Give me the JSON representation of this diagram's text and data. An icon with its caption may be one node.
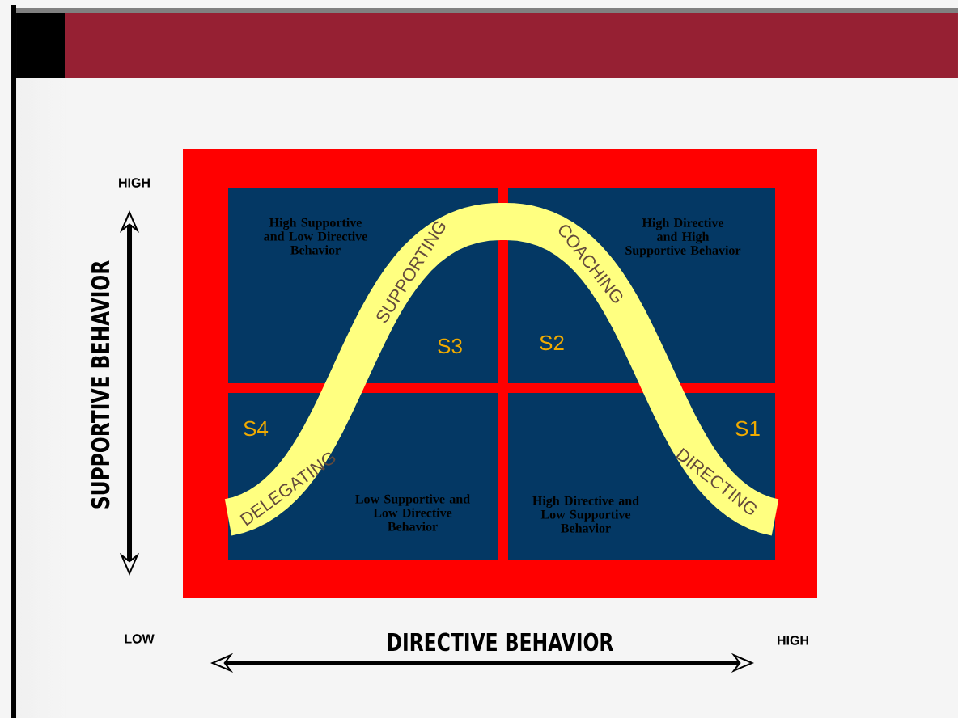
{
  "diagram": {
    "nodes": [
      {
        "text": [
          "High Supportive and Low Directive Behavior",
          "S3"
        ]
      },
      {
        "text": [
          "High Directive and High Supportive Behavior",
          "S2"
        ]
      },
      {
        "text": [
          "Low Supportive and Low Directive Behavior",
          "S4"
        ]
      },
      {
        "text": [
          "High Directive and Low Supportive Behavior",
          "S1"
        ]
      }
    ],
    "labels": [
      "HIGH",
      "SUPPORTIVE BEHAVIOR",
      "SUPPORTING",
      "COACHING",
      "DELEGATING",
      "DIRECTING",
      "LOW",
      "DIRECTIVE BEHAVIOR",
      "HIGH"
    ]
  }
}
